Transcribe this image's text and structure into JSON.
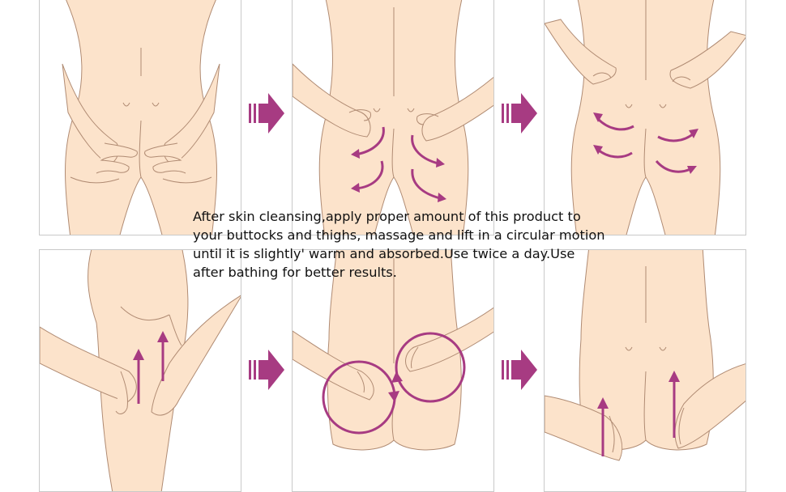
{
  "instructions": {
    "text": "After skin cleansing,apply proper amount of this product to\nyour buttocks and thighs, massage and lift in a circular motion\nuntil it is slightly' warm and absorbed.Use twice a day.Use\nafter bathing for better results."
  },
  "colors": {
    "skin": "#fce3cb",
    "outline": "#b08b73",
    "accent": "#a73b82",
    "frame": "#c9c9c9",
    "text": "#111111"
  },
  "steps": [
    {
      "step": 1,
      "gesture": "hands cupping buttocks"
    },
    {
      "step": 2,
      "gesture": "downward outward strokes"
    },
    {
      "step": 3,
      "gesture": "outward lifting strokes"
    },
    {
      "step": 4,
      "gesture": "upward thigh strokes"
    },
    {
      "step": 5,
      "gesture": "circular massage"
    },
    {
      "step": 6,
      "gesture": "upward lift"
    }
  ],
  "icons": {
    "flow_arrow": "right-arrow-icon"
  }
}
